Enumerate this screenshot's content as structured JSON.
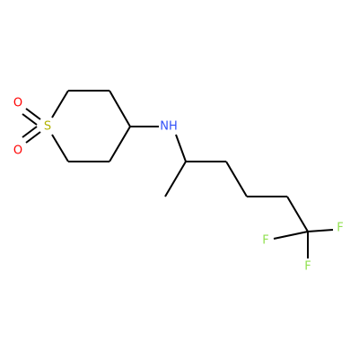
{
  "colors": {
    "carbon": "#000000",
    "sulfur": "#b2b200",
    "oxygen": "#ff0000",
    "nitrogen": "#3050f8",
    "fluorine": "#90e050"
  },
  "molecule": {
    "atoms": [
      {
        "id": "s1",
        "label": "S",
        "element": "sulfur"
      },
      {
        "id": "o1",
        "label": "O",
        "element": "oxygen"
      },
      {
        "id": "o2",
        "label": "O",
        "element": "oxygen"
      },
      {
        "id": "n1",
        "label": "NH",
        "element": "nitrogen"
      },
      {
        "id": "f1",
        "label": "F",
        "element": "fluorine"
      },
      {
        "id": "f2",
        "label": "F",
        "element": "fluorine"
      },
      {
        "id": "f3",
        "label": "F",
        "element": "fluorine"
      }
    ]
  }
}
